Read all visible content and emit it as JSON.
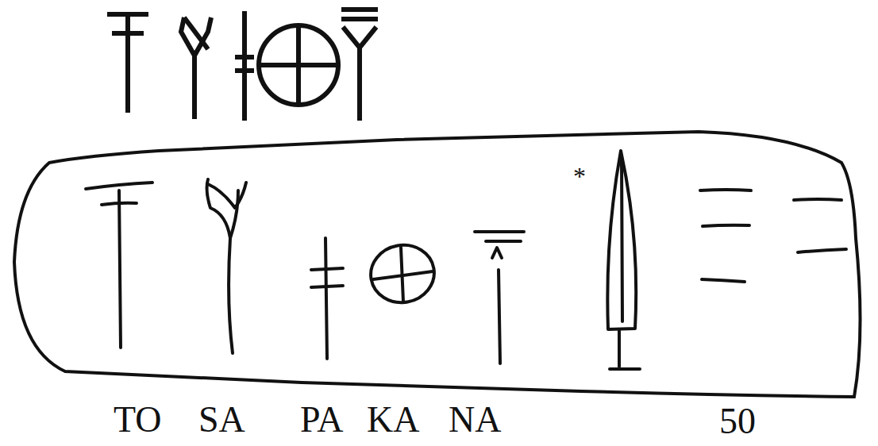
{
  "diagram": {
    "labels": [
      "TO",
      "SA",
      "PA",
      "KA",
      "NA",
      "*",
      "50"
    ]
  }
}
